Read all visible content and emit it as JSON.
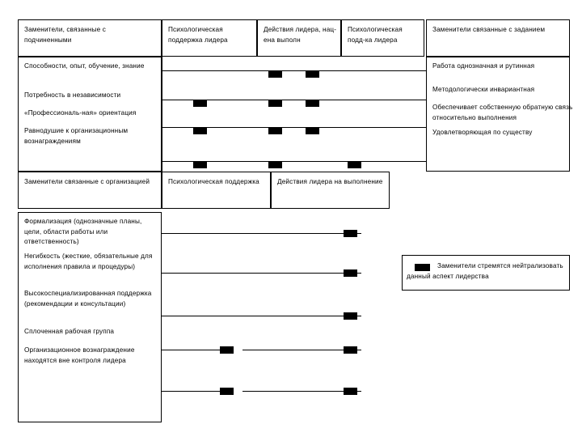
{
  "diagram": {
    "title_row_1": {
      "col_subordinates": "Заменители, связанные с подчиненными",
      "col_psych_support_leader": "Психологическая поддержка лидера",
      "col_leader_actions": "Действия лидера, нац-ена выполн",
      "col_psych_support_short": "Психологическая подд-ка лидера",
      "col_task_substitutes": "Заменители связанные с заданием"
    },
    "subordinate_items": [
      "Способности, опыт, обучение, знание",
      "Потребность в независимости",
      "«Профессиональ-ная» ориентация",
      "Равнодушие к организационным вознаграждениям"
    ],
    "task_items": [
      "Работа однозначная и рутинная",
      "Методологически инвариантная",
      "Обеспечивает собственную обратную связь относительно выполнения",
      "Удовлетворяющая по существу"
    ],
    "title_row_2": {
      "col_organization": "Заменители связанные с организацией",
      "col_psych_support": "Психологическая поддержка",
      "col_leader_actions": "Действия лидера на выполнение"
    },
    "organization_items": [
      "Формализация (однозначные планы, цели, области работы или ответственность)",
      "Негибкость (жесткие, обязательные для исполнения правила и процедуры)",
      "Высокоспециализированная поддержка (рекомендации и консультации)",
      "Сплоченная рабочая группа",
      "Организационное вознаграждение находятся вне контроля лидера"
    ],
    "legend": {
      "text": "Заменители   стремятся нейтрализовать данный аспект лидерства",
      "swatch_color": "#000000"
    },
    "markers_upper": [
      {
        "row": 0,
        "cols": [
          1,
          2
        ]
      },
      {
        "row": 1,
        "cols": [
          0,
          1,
          2
        ]
      },
      {
        "row": 2,
        "cols": [
          0,
          1,
          2
        ]
      },
      {
        "row": 3,
        "cols": [
          0,
          1,
          3
        ]
      }
    ],
    "markers_lower": [
      {
        "row": 0,
        "cols": [
          1
        ]
      },
      {
        "row": 1,
        "cols": [
          1
        ]
      },
      {
        "row": 2,
        "cols": [
          1
        ]
      },
      {
        "row": 3,
        "cols": [
          0,
          1
        ]
      },
      {
        "row": 4,
        "cols": [
          0,
          1
        ]
      }
    ]
  }
}
